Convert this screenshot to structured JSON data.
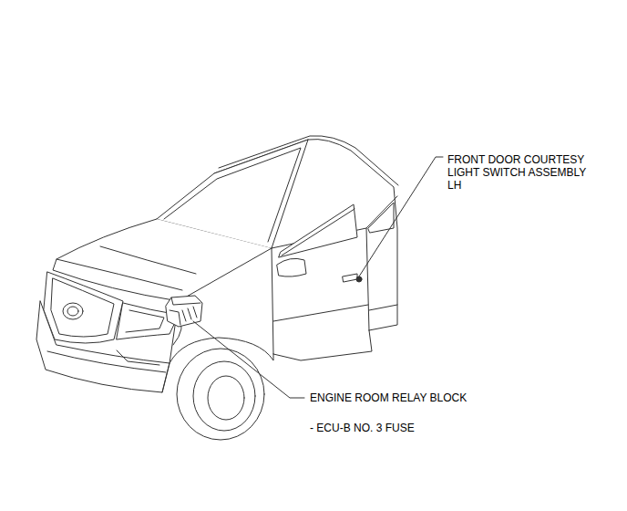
{
  "diagram": {
    "labels": [
      "FRONT DOOR COURTESY LIGHT SWITCH ASSEMBLY LH",
      "ENGINE ROOM RELAY BLOCK",
      "- ECU-B NO. 3 FUSE"
    ]
  }
}
